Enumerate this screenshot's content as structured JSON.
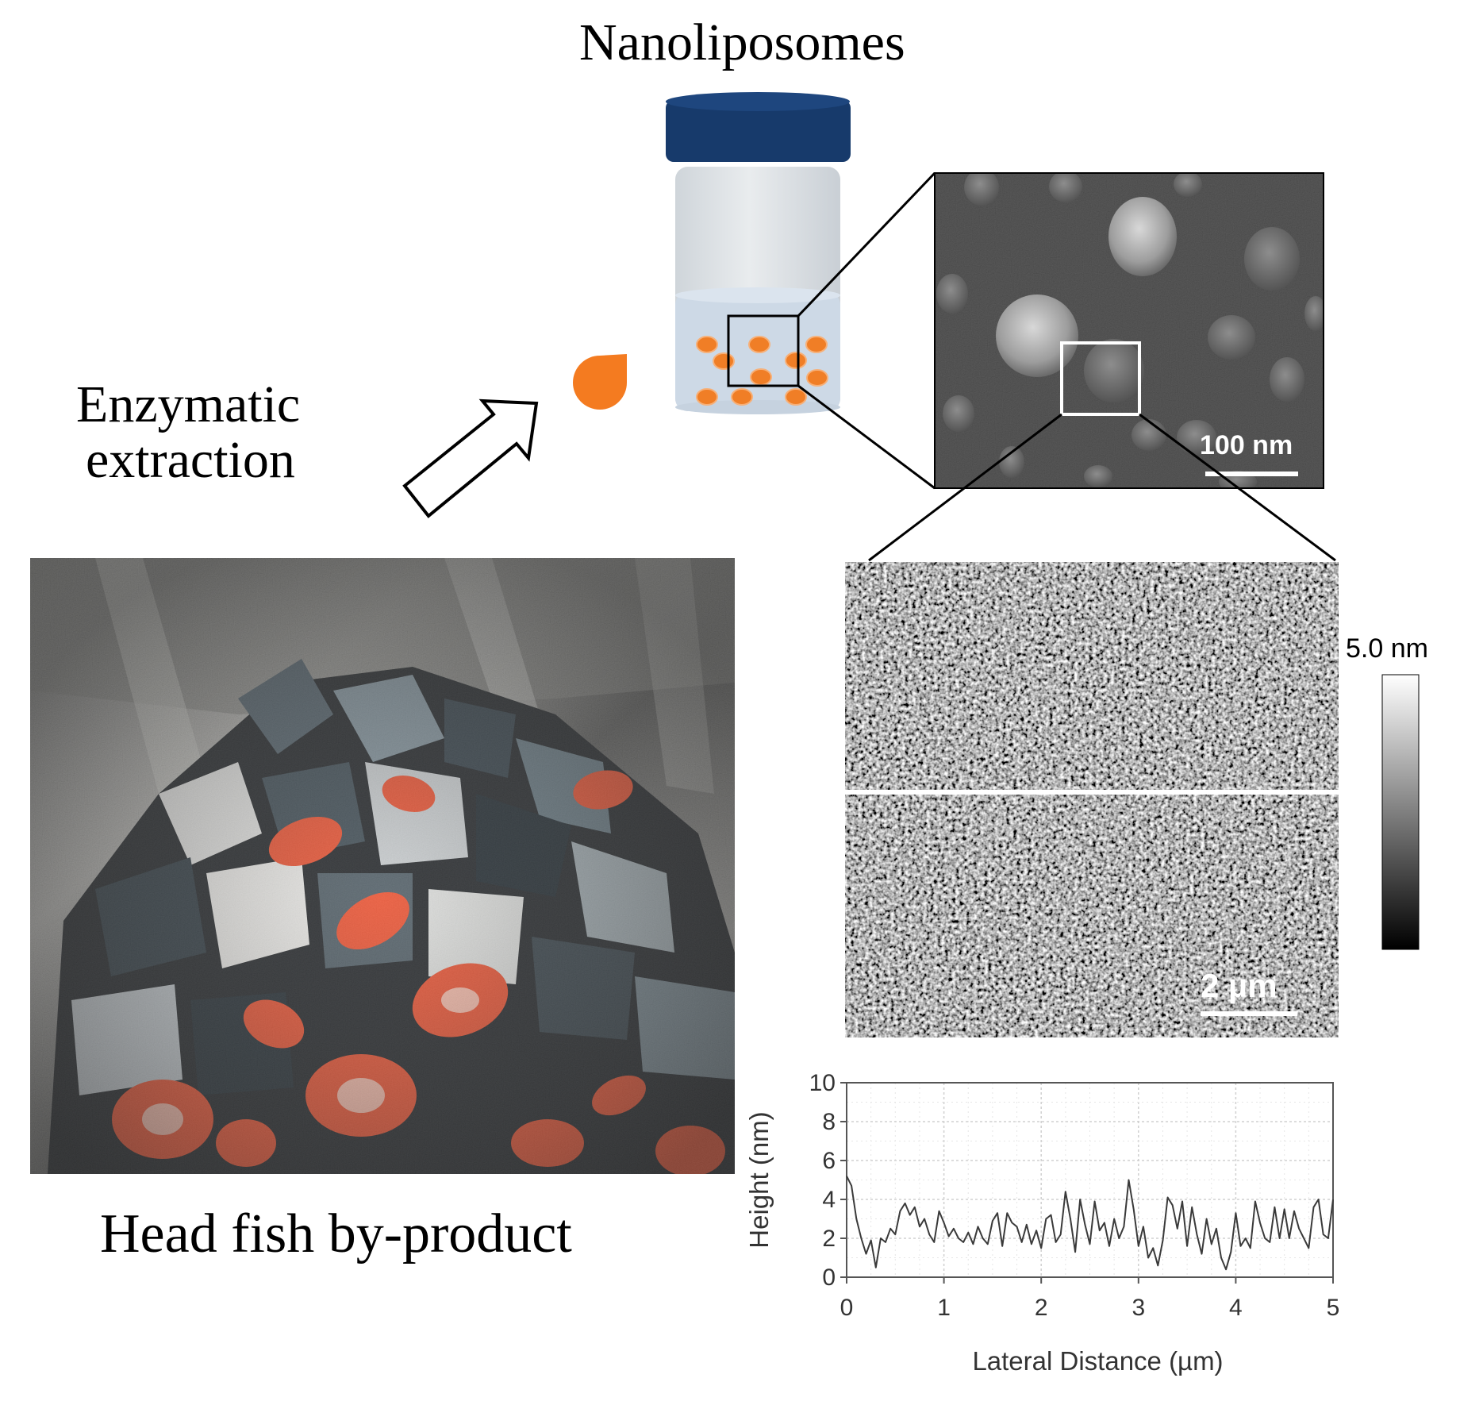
{
  "labels": {
    "title": "Nanoliposomes",
    "process_line1": "Enzymatic",
    "process_line2": "extraction",
    "photo_caption": "Head fish by-product"
  },
  "tem": {
    "scale_bar": "100 nm"
  },
  "afm": {
    "scale_bar": "2 µm",
    "colorbar_max": "5.0 nm"
  },
  "colors": {
    "jar_cap": "#173a6b",
    "jar_body": "#dde2e6",
    "liquid": "#cdd9e6",
    "vesicle": "#f07e26",
    "droplet": "#f47b20"
  },
  "chart_data": {
    "type": "line",
    "xlabel": "Lateral Distance (µm)",
    "ylabel": "Height (nm)",
    "xlim": [
      0,
      5
    ],
    "ylim": [
      0,
      10
    ],
    "xticks": [
      "0",
      "1",
      "2",
      "3",
      "4",
      "5"
    ],
    "yticks": [
      "0",
      "2",
      "4",
      "6",
      "8",
      "10"
    ],
    "grid": true,
    "series": [
      {
        "x": [
          0,
          0.05,
          0.1,
          0.15,
          0.2,
          0.25,
          0.3,
          0.35,
          0.4,
          0.45,
          0.5,
          0.55,
          0.6,
          0.65,
          0.7,
          0.75,
          0.8,
          0.85,
          0.9,
          0.95,
          1.0,
          1.05,
          1.1,
          1.15,
          1.2,
          1.25,
          1.3,
          1.35,
          1.4,
          1.45,
          1.5,
          1.55,
          1.6,
          1.65,
          1.7,
          1.75,
          1.8,
          1.85,
          1.9,
          1.95,
          2.0,
          2.05,
          2.1,
          2.15,
          2.2,
          2.25,
          2.3,
          2.35,
          2.4,
          2.45,
          2.5,
          2.55,
          2.6,
          2.65,
          2.7,
          2.75,
          2.8,
          2.85,
          2.9,
          2.95,
          3.0,
          3.05,
          3.1,
          3.15,
          3.2,
          3.25,
          3.3,
          3.35,
          3.4,
          3.45,
          3.5,
          3.55,
          3.6,
          3.65,
          3.7,
          3.75,
          3.8,
          3.85,
          3.9,
          3.95,
          4.0,
          4.05,
          4.1,
          4.15,
          4.2,
          4.25,
          4.3,
          4.35,
          4.4,
          4.45,
          4.5,
          4.55,
          4.6,
          4.65,
          4.7,
          4.75,
          4.8,
          4.85,
          4.9,
          4.95,
          5.0
        ],
        "y": [
          5.2,
          4.7,
          3.0,
          2.0,
          1.2,
          1.9,
          0.5,
          2.0,
          1.8,
          2.5,
          2.2,
          3.4,
          3.8,
          3.2,
          3.6,
          2.6,
          3.0,
          2.2,
          1.8,
          3.4,
          2.8,
          2.1,
          2.5,
          2.0,
          1.8,
          2.3,
          1.7,
          2.6,
          2.0,
          1.7,
          2.9,
          3.3,
          1.6,
          3.3,
          2.8,
          2.6,
          1.8,
          2.7,
          1.7,
          2.4,
          1.5,
          3.0,
          3.2,
          1.8,
          2.2,
          4.4,
          3.0,
          1.3,
          4.0,
          2.7,
          1.7,
          3.9,
          2.4,
          2.8,
          1.6,
          3.0,
          2.0,
          2.6,
          5.0,
          3.5,
          1.6,
          2.6,
          1.0,
          1.5,
          0.6,
          1.9,
          4.1,
          3.7,
          2.5,
          3.9,
          1.6,
          3.6,
          2.2,
          1.2,
          3.0,
          1.7,
          2.5,
          1.0,
          0.4,
          1.3,
          3.3,
          1.6,
          2.0,
          1.5,
          3.9,
          2.8,
          2.0,
          1.8,
          3.6,
          2.0,
          3.5,
          2.0,
          3.4,
          2.5,
          2.0,
          1.5,
          3.6,
          4.0,
          2.2,
          2.0,
          4.0
        ]
      }
    ]
  }
}
